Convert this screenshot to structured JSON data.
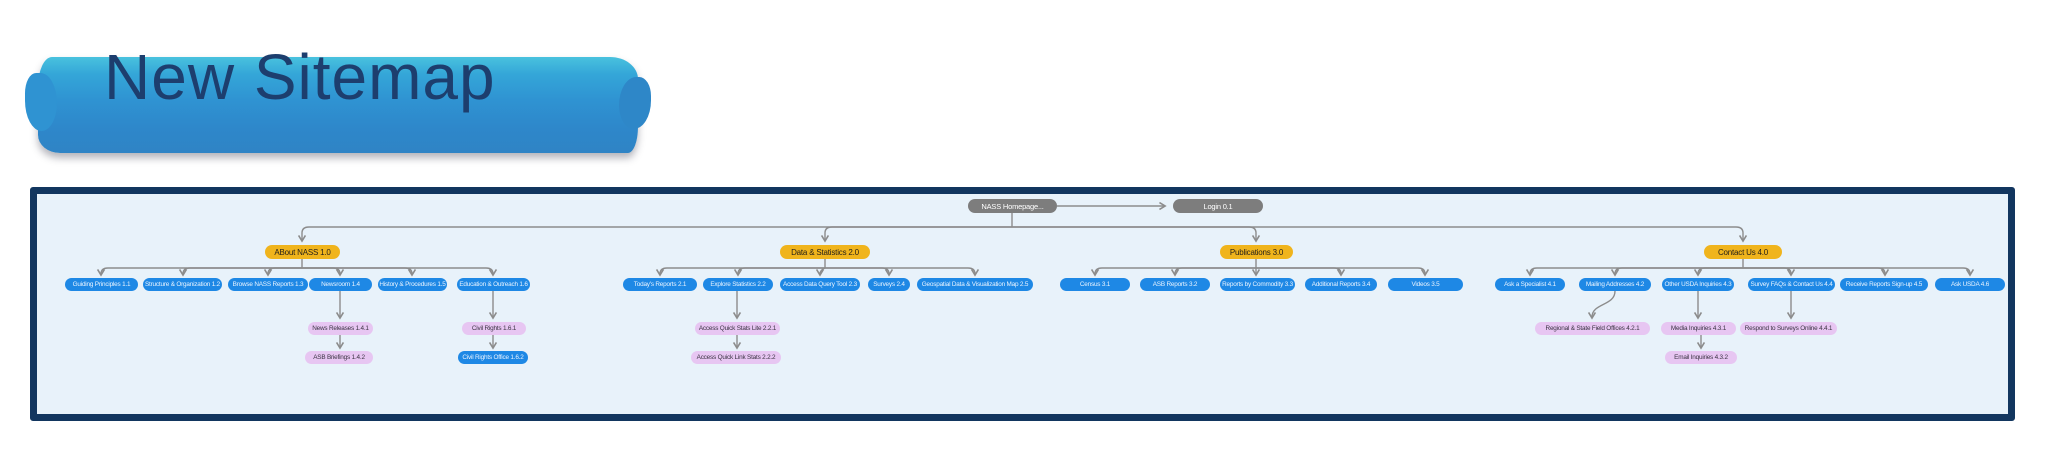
{
  "header": {
    "title": "New Sitemap"
  },
  "diagram": {
    "home": {
      "label": "NASS Homepage..."
    },
    "login": {
      "label": "Login 0.1"
    },
    "sections": [
      {
        "label": "ABout NASS 1.0",
        "children": [
          {
            "label": "Guiding Principles 1.1"
          },
          {
            "label": "Structure & Organization 1.2"
          },
          {
            "label": "Browse NASS Reports 1.3"
          },
          {
            "label": "Newsroom 1.4",
            "children": [
              {
                "label": "News Releases 1.4.1",
                "children": [
                  {
                    "label": "ASB Briefings 1.4.2"
                  }
                ]
              }
            ]
          },
          {
            "label": "History & Procedures 1.5"
          },
          {
            "label": "Education & Outreach 1.6",
            "children": [
              {
                "label": "Civil Rights 1.6.1",
                "children": [
                  {
                    "label": "Civil Rights Office 1.6.2"
                  }
                ]
              }
            ]
          }
        ]
      },
      {
        "label": "Data & Statistics 2.0",
        "children": [
          {
            "label": "Today's Reports 2.1"
          },
          {
            "label": "Explore Statistics 2.2",
            "children": [
              {
                "label": "Access Quick Stats Lite 2.2.1",
                "children": [
                  {
                    "label": "Access Quick Link Stats 2.2.2"
                  }
                ]
              }
            ]
          },
          {
            "label": "Access Data Query Tool 2.3"
          },
          {
            "label": "Surveys 2.4"
          },
          {
            "label": "Geospatial Data & Visualization Map 2.5"
          }
        ]
      },
      {
        "label": "Publications 3.0",
        "children": [
          {
            "label": "Census 3.1"
          },
          {
            "label": "ASB Reports 3.2"
          },
          {
            "label": "Reports by Commodity 3.3"
          },
          {
            "label": "Additional Reports 3.4"
          },
          {
            "label": "Videos 3.5"
          }
        ]
      },
      {
        "label": "Contact Us 4.0",
        "children": [
          {
            "label": "Ask a Specialist 4.1"
          },
          {
            "label": "Mailing Addresses 4.2",
            "children": [
              {
                "label": "Regional & State Field Offices 4.2.1"
              }
            ]
          },
          {
            "label": "Other USDA Inquiries 4.3",
            "children": [
              {
                "label": "Media Inquiries 4.3.1",
                "children": [
                  {
                    "label": "Email Inquiries 4.3.2"
                  }
                ]
              }
            ]
          },
          {
            "label": "Survey FAQs & Contact Us 4.4",
            "children": [
              {
                "label": "Respond to Surveys Online 4.4.1"
              }
            ]
          },
          {
            "label": "Receive Reports Sign-up 4.5"
          },
          {
            "label": "Ask USDA 4.6"
          }
        ]
      }
    ]
  },
  "colors": {
    "node_primary": "#1e88e5",
    "node_section": "#f0b41c",
    "node_tertiary": "#e7c6f2",
    "node_root": "#7d7d7d",
    "connector": "#8c8c8c",
    "panel_border": "#12365f",
    "panel_background": "#e8f2fa",
    "title_text": "#1d3e6e",
    "brush_top": "#49c2de",
    "brush_bottom": "#2f84c5"
  }
}
